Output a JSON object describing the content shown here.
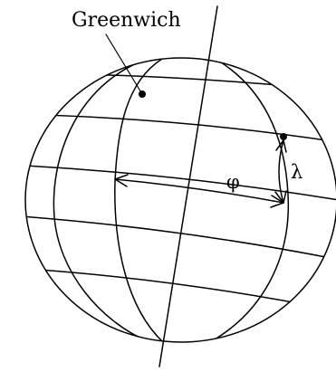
{
  "labels": {
    "greenwich": "Greenwich",
    "phi": "φ",
    "lambda": "λ"
  }
}
